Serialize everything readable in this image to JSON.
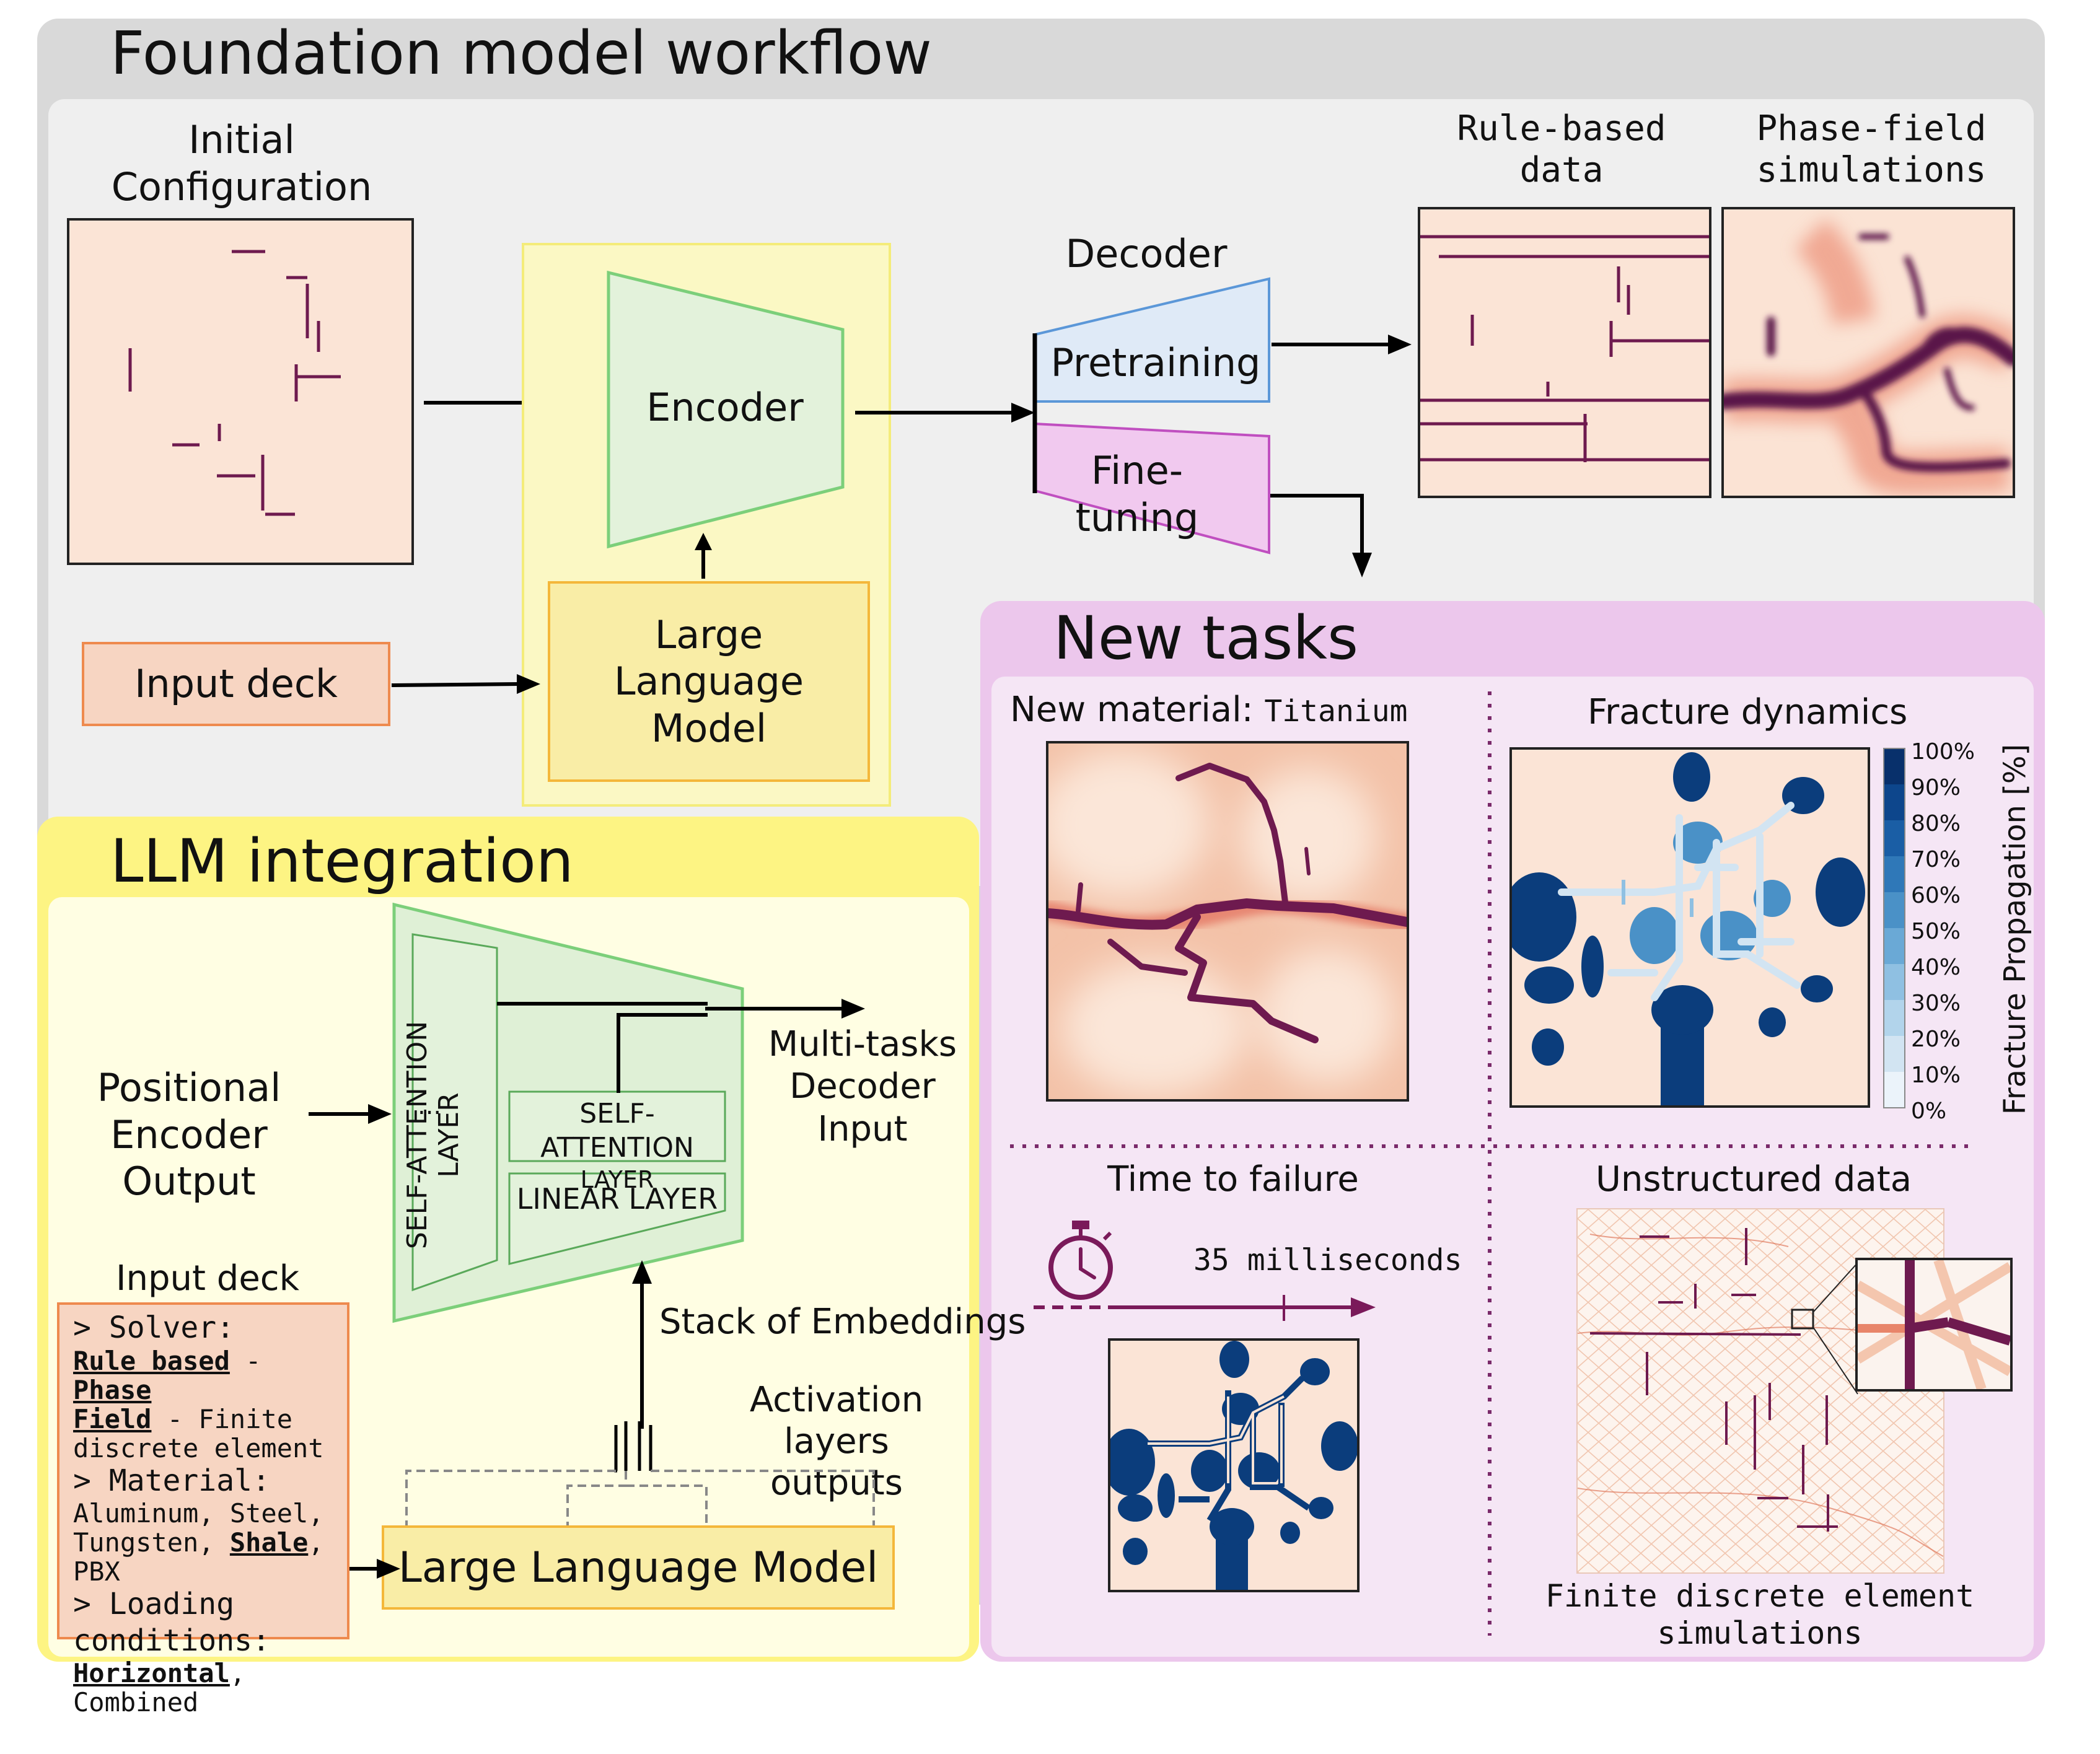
{
  "titles": {
    "workflow": "Foundation model workflow",
    "llm": "LLM integration",
    "new_tasks": "New tasks"
  },
  "workflow": {
    "initial_config": [
      "Initial",
      "Configuration"
    ],
    "encoder": "Encoder",
    "llm_box": [
      "Large",
      "Language",
      "Model"
    ],
    "input_deck": "Input deck",
    "decoder": "Decoder",
    "pretraining": "Pretraining",
    "finetuning": "Fine-tuning",
    "rule_based": [
      "Rule-based",
      "data"
    ],
    "phase_field": [
      "Phase-field",
      "simulations"
    ]
  },
  "llm_integration": {
    "positional": [
      "Positional",
      "Encoder Output"
    ],
    "self_attention_vertical": "SELF-ATTENTION LAYER",
    "ellipsis": "...",
    "self_attention_box": [
      "SELF-ATTENTION",
      "LAYER"
    ],
    "linear_layer": "LINEAR LAYER",
    "multitask": [
      "Multi-tasks",
      "Decoder Input"
    ],
    "stack": "Stack of Embeddings",
    "activation": [
      "Activation layers",
      "outputs"
    ],
    "llm_bottom": "Large Language Model",
    "input_deck_title": "Input deck",
    "deck": {
      "solver_head": "> Solver:",
      "solver_rule": "Rule based",
      "dash": "-",
      "solver_phase": "Phase",
      "solver_field": "Field",
      "solver_rest": "- Finite",
      "solver_rest2": "discrete element",
      "material_head": "> Material:",
      "material_1": "Aluminum, Steel,",
      "material_2a": "Tungsten,",
      "material_shale": "Shale",
      "material_2b": ", PBX",
      "loading_head": "> Loading",
      "loading_head2": "conditions:",
      "loading_horizontal": "Horizontal",
      "loading_rest": ", Combined"
    }
  },
  "new_tasks": {
    "new_material_label": "New material:",
    "new_material_value": "Titanium",
    "fracture_dynamics": "Fracture dynamics",
    "time_to_failure": "Time to failure",
    "time_value": "35 milliseconds",
    "unstructured": "Unstructured data",
    "fdem": [
      "Finite discrete element",
      "simulations"
    ],
    "colorbar_title": "Fracture Propagation [%]",
    "colorbar_ticks": [
      "100%",
      "90%",
      "80%",
      "70%",
      "60%",
      "50%",
      "40%",
      "30%",
      "20%",
      "10%",
      "0%"
    ],
    "colorbar_colors": [
      "#08306b",
      "#0d468c",
      "#1a5ea5",
      "#2f78b8",
      "#4a91c7",
      "#6aa9d6",
      "#8fc0e2",
      "#b2d4eb",
      "#d2e4f2",
      "#ebf3fa"
    ]
  },
  "colors": {
    "crack": "#6e1a4f",
    "bg_peach": "#fbe4d6",
    "encoder_green": "#7ccf7a",
    "llm_yellow": "#f9eda6",
    "input_deck_orange": "#f7d5c2",
    "pretrain_blue": "#dfeaf7",
    "finetune_pink": "#f1c9ef",
    "frac_blue": "#0b3d7c"
  }
}
